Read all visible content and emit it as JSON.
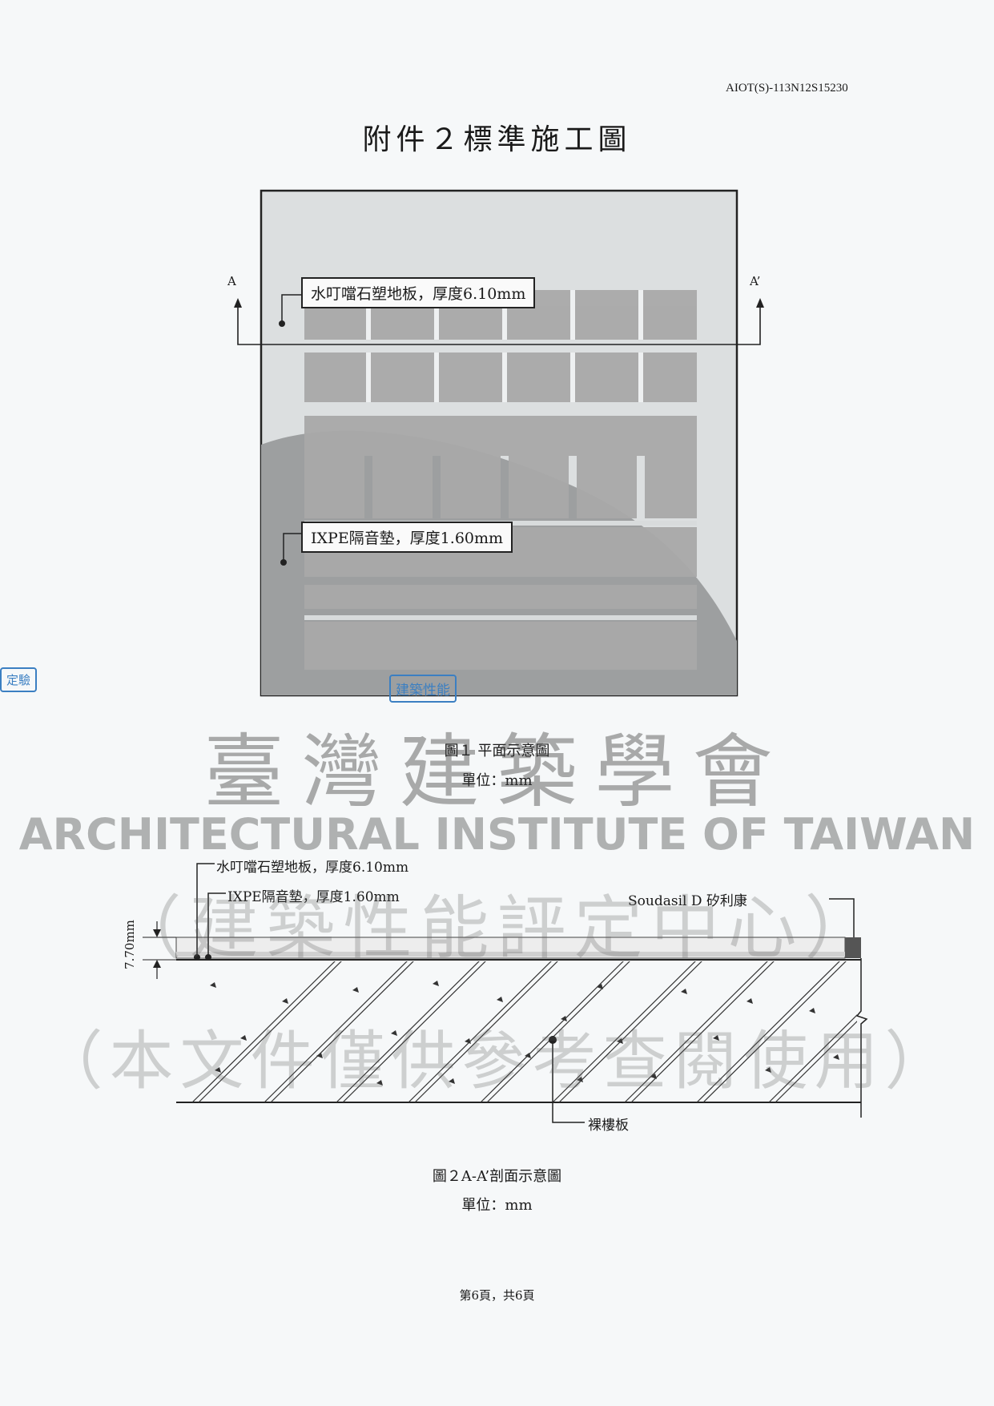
{
  "document": {
    "code": "AIOT(S)-113N12S15230",
    "title": "附件２標準施工圖",
    "page_number": "第6頁，共6頁"
  },
  "figure1": {
    "caption": "圖１ 平面示意圖",
    "unit": "單位：mm",
    "section_start": "A",
    "section_end": "A’",
    "label_floor": "水叮噹石塑地板，厚度6.10mm",
    "label_pad": "IXPE隔音墊，厚度1.60mm"
  },
  "figure2": {
    "caption": "圖２A-A’剖面示意圖",
    "unit": "單位：mm",
    "label_floor": "水叮噹石塑地板，厚度6.10mm",
    "label_pad": "IXPE隔音墊，厚度1.60mm",
    "label_sealant": "Soudasil D 矽利康",
    "label_slab": "裸樓板",
    "dimension": "7.70mm"
  },
  "watermark": {
    "org_name": "臺灣建築學會",
    "org_name_en": "ARCHITECTURAL INSTITUTE OF TAIWAN",
    "line1": "（建築性能評定中心）",
    "line2": "（本文件僅供參考查閱使用）"
  },
  "stamps": {
    "center_stamp": "建築性能",
    "left_stamp": "定驗"
  },
  "colors": {
    "paper": "#f6f8f9",
    "plan_light": "#d9dcdd",
    "plan_dark": "#9a9a9a",
    "tile_fill": "#a8a8a8",
    "stamp_blue": "#3b7fc2"
  }
}
